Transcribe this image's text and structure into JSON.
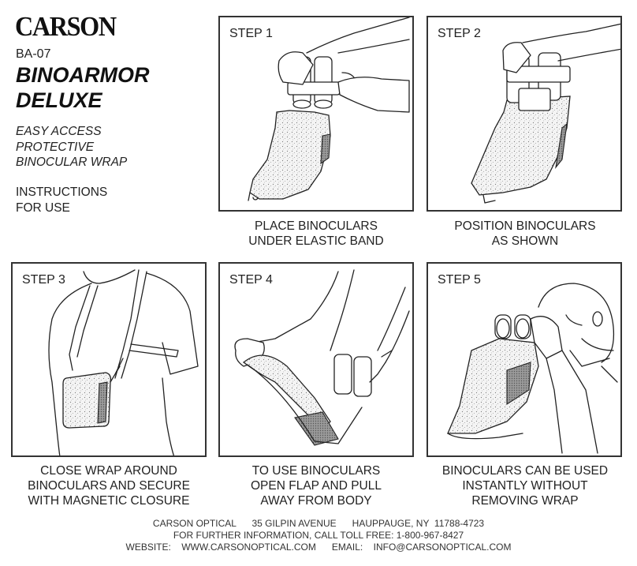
{
  "header": {
    "brand": "CARSON",
    "model": "BA-07",
    "title_line1": "BINOARMOR",
    "title_line2": "DELUXE",
    "subtitle_lines": [
      "EASY ACCESS",
      "PROTECTIVE",
      "BINOCULAR WRAP"
    ],
    "instructions_lines": [
      "INSTRUCTIONS",
      "FOR USE"
    ]
  },
  "steps": [
    {
      "label": "STEP 1",
      "caption_lines": [
        "PLACE BINOCULARS",
        "UNDER ELASTIC BAND"
      ],
      "illustration": "hands-placing-binoculars-under-band-icon"
    },
    {
      "label": "STEP 2",
      "caption_lines": [
        "POSITION BINOCULARS",
        "AS SHOWN"
      ],
      "illustration": "binoculars-positioned-in-wrap-icon"
    },
    {
      "label": "STEP 3",
      "caption_lines": [
        "CLOSE WRAP AROUND",
        "BINOCULARS AND SECURE",
        "WITH MAGNETIC CLOSURE"
      ],
      "illustration": "wrap-closed-on-chest-harness-icon"
    },
    {
      "label": "STEP 4",
      "caption_lines": [
        "TO USE BINOCULARS",
        "OPEN FLAP AND PULL",
        "AWAY FROM BODY"
      ],
      "illustration": "opening-wrap-flap-icon"
    },
    {
      "label": "STEP 5",
      "caption_lines": [
        "BINOCULARS CAN BE USED",
        "INSTANTLY WITHOUT",
        "REMOVING WRAP"
      ],
      "illustration": "person-viewing-through-binoculars-icon"
    }
  ],
  "footer": {
    "company": "CARSON OPTICAL",
    "address": "35 GILPIN AVENUE",
    "city": "HAUPPAUGE, NY  11788-4723",
    "info_line": "FOR FURTHER INFORMATION, CALL TOLL FREE:  1-800-967-8427",
    "website_label": "WEBSITE:",
    "website": "WWW.CARSONOPTICAL.COM",
    "email_label": "EMAIL:",
    "email": "INFO@CARSONOPTICAL.COM"
  },
  "colors": {
    "ink": "#1a1a1a",
    "border": "#333333",
    "background": "#ffffff"
  }
}
